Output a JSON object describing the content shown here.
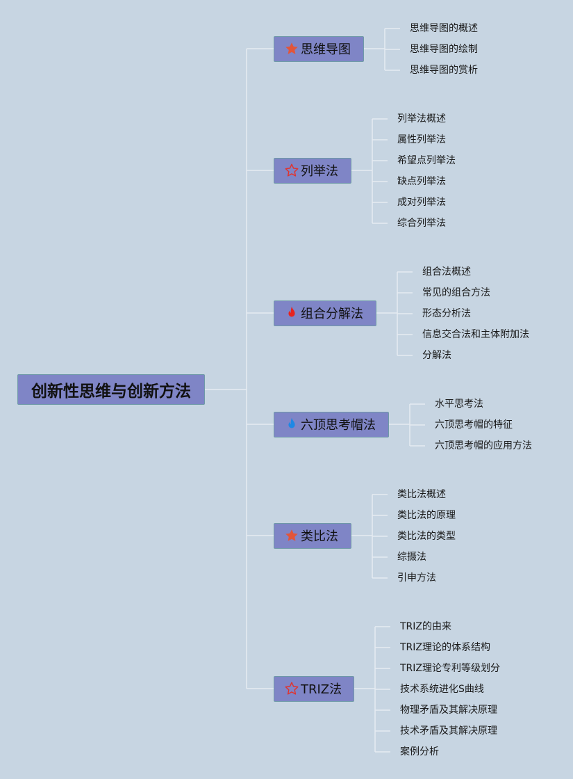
{
  "root": {
    "label": "创新性思维与创新方法"
  },
  "branches": [
    {
      "label": "思维导图",
      "icon": "star-filled-icon",
      "children": [
        "思维导图的概述",
        "思维导图的绘制",
        "思维导图的赏析"
      ]
    },
    {
      "label": "列举法",
      "icon": "star-outline-icon",
      "children": [
        "列举法概述",
        "属性列举法",
        "希望点列举法",
        "缺点列举法",
        "成对列举法",
        "综合列举法"
      ]
    },
    {
      "label": "组合分解法",
      "icon": "fire-red-icon",
      "children": [
        "组合法概述",
        "常见的组合方法",
        "形态分析法",
        "信息交合法和主体附加法",
        "分解法"
      ]
    },
    {
      "label": "六顶思考帽法",
      "icon": "fire-blue-icon",
      "children": [
        "水平思考法",
        "六顶思考帽的特征",
        "六顶思考帽的应用方法"
      ]
    },
    {
      "label": "类比法",
      "icon": "star-filled-icon",
      "children": [
        "类比法概述",
        "类比法的原理",
        "类比法的类型",
        "综摄法",
        "引申方法"
      ]
    },
    {
      "label": "TRIZ法",
      "icon": "star-outline-icon",
      "children": [
        "TRIZ的由来",
        "TRIZ理论的体系结构",
        "TRIZ理论专利等级划分",
        "技术系统进化S曲线",
        "物理矛盾及其解决原理",
        "技术矛盾及其解决原理",
        "案例分析"
      ]
    }
  ],
  "colors": {
    "background": "#c7d5e2",
    "node_fill": "#7f85c6",
    "node_border": "#6f9aa8",
    "connector": "#e6ecf2",
    "star_filled": "#e2553a",
    "star_outline": "#e0332e",
    "fire_red": "#e8231f",
    "fire_blue": "#1e88e5"
  }
}
